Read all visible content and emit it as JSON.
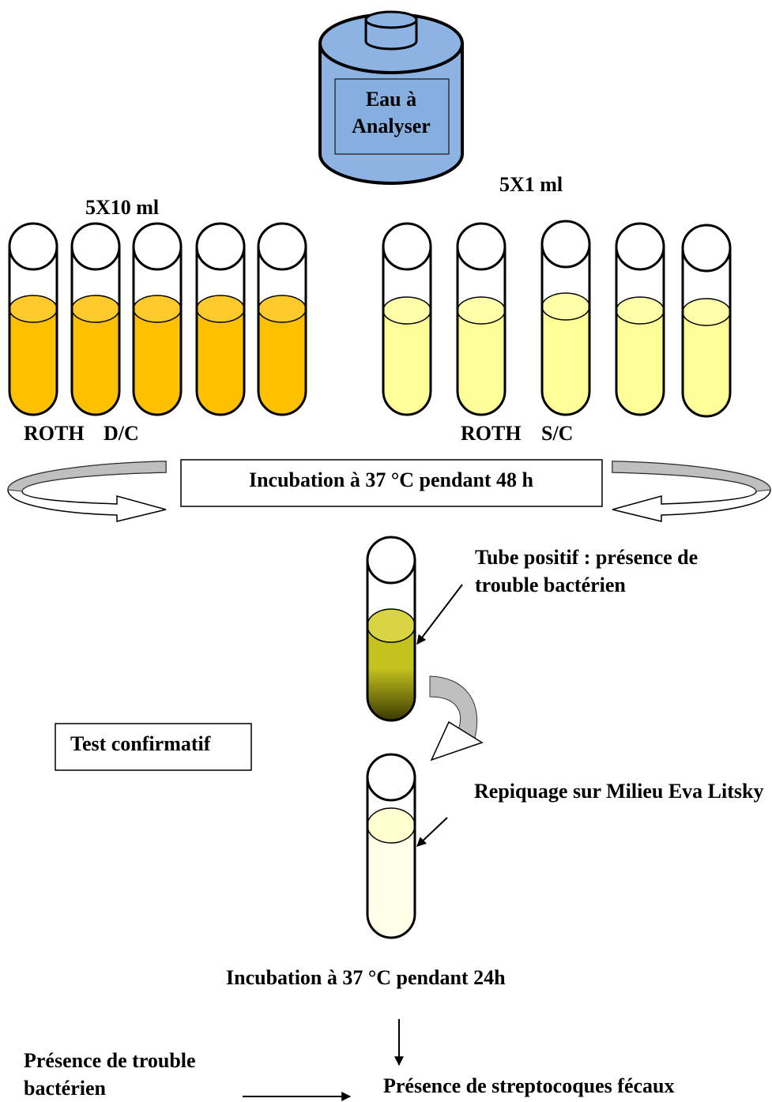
{
  "container": {
    "label_line1": "Eau à",
    "label_line2": "Analyser"
  },
  "double_concentration": {
    "volume": "5X10 ml",
    "medium": "ROTH",
    "type": "D/C"
  },
  "single_concentration": {
    "volume": "5X1 ml",
    "medium": "ROTH",
    "type": "S/C"
  },
  "step_incubation_48h": "Incubation à 37 °C pendant 48 h",
  "positive_tube": {
    "line1": "Tube positif : présence de",
    "line2": "trouble bactérien"
  },
  "confirmatory_test": "Test confirmatif",
  "subculture": "Repiquage sur Milieu Eva Litsky",
  "step_incubation_24h": "Incubation à 37 °C pendant 24h",
  "condition": {
    "line1": "Présence de trouble",
    "line2": "bactérien"
  },
  "result": "Présence de streptocoques fécaux",
  "colors": {
    "container_blue": "#8DB3E2",
    "container_label": "#86AEDF",
    "dc_medium": "#FFC000",
    "dc_surface": "#FFCA2C",
    "sc_medium": "#FFFF99",
    "sc_surface": "#FFFFAA",
    "positive_top": "#C4C21E",
    "positive_bottom": "#3A3A00",
    "positive_surface": "#D8D444",
    "eva_medium": "#FFFFE9",
    "eva_surface": "#FFFFD0",
    "arrow_gray": "#BFBFBF"
  }
}
